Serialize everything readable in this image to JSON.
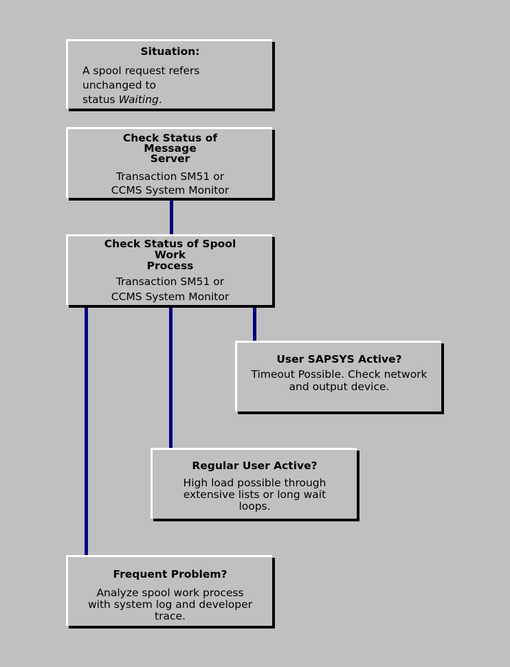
{
  "canvas": {
    "background_color": "#c0c0c0",
    "box_fill_color": "#c0c0c0",
    "box_highlight_color": "#ffffff",
    "box_shadow_color": "#000000",
    "connector_color": "#000080"
  },
  "boxes": {
    "situation": {
      "title": "Situation:",
      "body_pre": "A spool request refers\nunchanged to\nstatus ",
      "body_italic": "Waiting",
      "body_post": "."
    },
    "message_server": {
      "title": "Check Status of\nMessage\nServer",
      "body": "Transaction SM51 or\nCCMS System Monitor"
    },
    "spool_work_process": {
      "title": "Check Status of Spool\nWork\nProcess",
      "body": "Transaction SM51 or\nCCMS System Monitor"
    },
    "user_sapsys": {
      "title": "User SAPSYS Active?",
      "body": "Timeout Possible. Check network\nand output device."
    },
    "regular_user": {
      "title": "Regular User Active?",
      "body": "High load possible through\nextensive lists or long wait\nloops."
    },
    "frequent_problem": {
      "title": "Frequent Problem?",
      "body": "Analyze spool work process\nwith system log and developer\ntrace."
    }
  }
}
